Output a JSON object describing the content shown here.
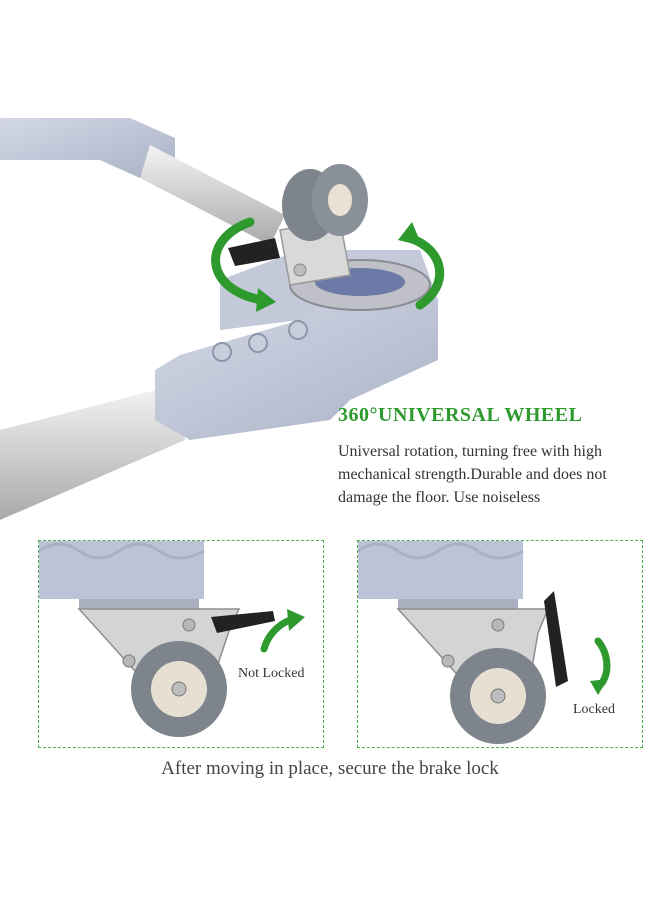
{
  "feature": {
    "heading": "360°UNIVERSAL  WHEEL",
    "description_lines": [
      "Universal rotation, turning free with high",
      "mechanical strength.Durable and does not",
      "damage the floor. Use noiseless"
    ]
  },
  "panels": [
    {
      "state_label": "Not Locked",
      "arrow_direction": "up"
    },
    {
      "state_label": "Locked",
      "arrow_direction": "down"
    }
  ],
  "caption": "After moving in place, secure the brake lock",
  "colors": {
    "accent_green": "#2e9a2e",
    "frame_gray": "#b8bfd2",
    "wheel_gray": "#7e848c",
    "panel_border": "#4caf50"
  },
  "icons": [
    "rotate-arrow-icon",
    "unlock-arrow-icon",
    "lock-arrow-icon"
  ]
}
